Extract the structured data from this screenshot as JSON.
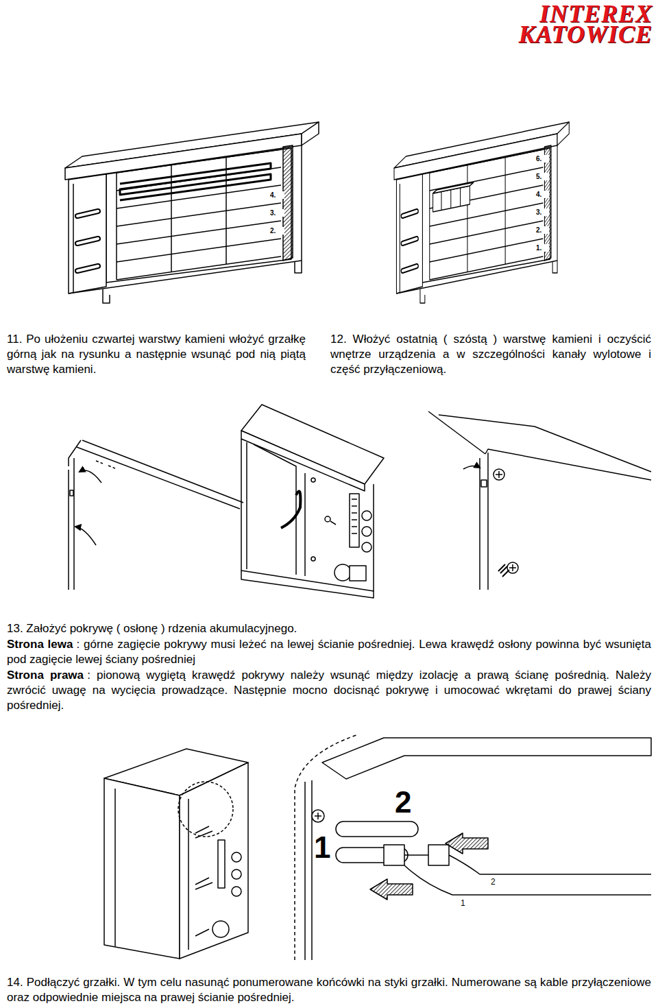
{
  "diagram": {
    "labels": [
      "INTEREX",
      "KATOWICE",
      "4.",
      "3.",
      "2.",
      "6.",
      "5.",
      "4.",
      "3.",
      "2.",
      "1.",
      "11. Po ułożeniu czwartej warstwy kamieni włożyć grzałkę górną jak na rysunku a następnie wsunąć pod nią piątą warstwę kamieni.",
      "12. Włożyć ostatnią ( szóstą ) warstwę kamieni i oczyścić wnętrze urządzenia a w szczególności kanały wylotowe i część przyłączeniową.",
      "13. Założyć pokrywę ( osłonę ) rdzenia akumulacyjnego.",
      "Strona lewa",
      ": górne zagięcie pokrywy musi leżeć na lewej ścianie pośredniej. Lewa krawędź osłony powinna być wsunięta pod zagięcie lewej ściany pośredniej",
      "Strona prawa",
      ": pionową wygiętą krawędź pokrywy należy wsunąć między izolację a prawą ścianę pośrednią. Należy zwrócić uwagę na wycięcia prowadzące. Następnie mocno docisnąć pokrywę i umocować wkrętami do prawej ściany pośredniej.",
      "2",
      "1",
      "2",
      "1",
      "14. Podłączyć grzałki. W tym celu nasunąć ponumerowane końcówki na styki grzałki. Numerowane są kable przyłączeniowe oraz odpowiednie miejsca na prawej ścianie pośredniej."
    ]
  }
}
